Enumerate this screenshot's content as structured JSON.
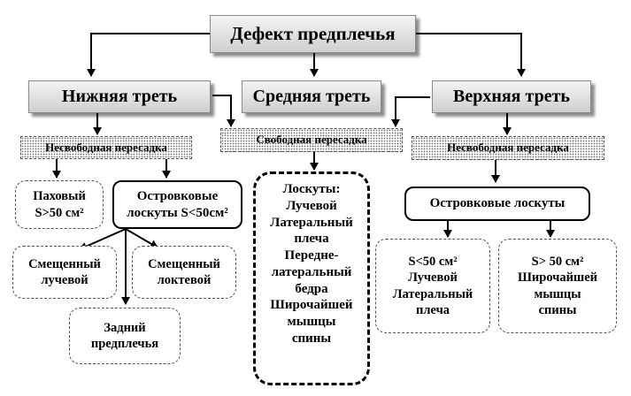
{
  "root": "Дефект предплечья",
  "levels": {
    "lower": "Нижняя треть",
    "middle": "Средняя треть",
    "upper": "Верхняя треть"
  },
  "grafts": {
    "lower_nonfree": "Несвободная пересадка",
    "middle_free": "Свободная пересадка",
    "upper_nonfree": "Несвободная пересадка"
  },
  "lower_branch": {
    "inguinal_line1": "Паховый",
    "inguinal_line2": "S>50 см²",
    "island_line1": "Островковые",
    "island_line2": "лоскуты S<50см²",
    "radial_line1": "Смещенный",
    "radial_line2": "лучевой",
    "ulnar_line1": "Смещенный",
    "ulnar_line2": "локтевой",
    "posterior_line1": "Задний",
    "posterior_line2": "предплечья"
  },
  "middle_branch": {
    "flaps": [
      "Лоскуты:",
      "Лучевой",
      "Латеральный",
      "плеча",
      "Передне-",
      "латеральный",
      "бедра",
      "Широчайшей",
      "мышцы",
      "спины"
    ]
  },
  "upper_branch": {
    "island": "Островковые лоскуты",
    "small": [
      "S<50 см²",
      "Лучевой",
      "Латеральный",
      "плеча"
    ],
    "large": [
      "S> 50 см²",
      "Широчайшей",
      "мышцы",
      "спины"
    ]
  },
  "colors": {
    "line": "#000000",
    "box_gradient_top": "#f4f4f4",
    "box_gradient_bottom": "#cfcfcf",
    "dashed_border": "#555555"
  }
}
